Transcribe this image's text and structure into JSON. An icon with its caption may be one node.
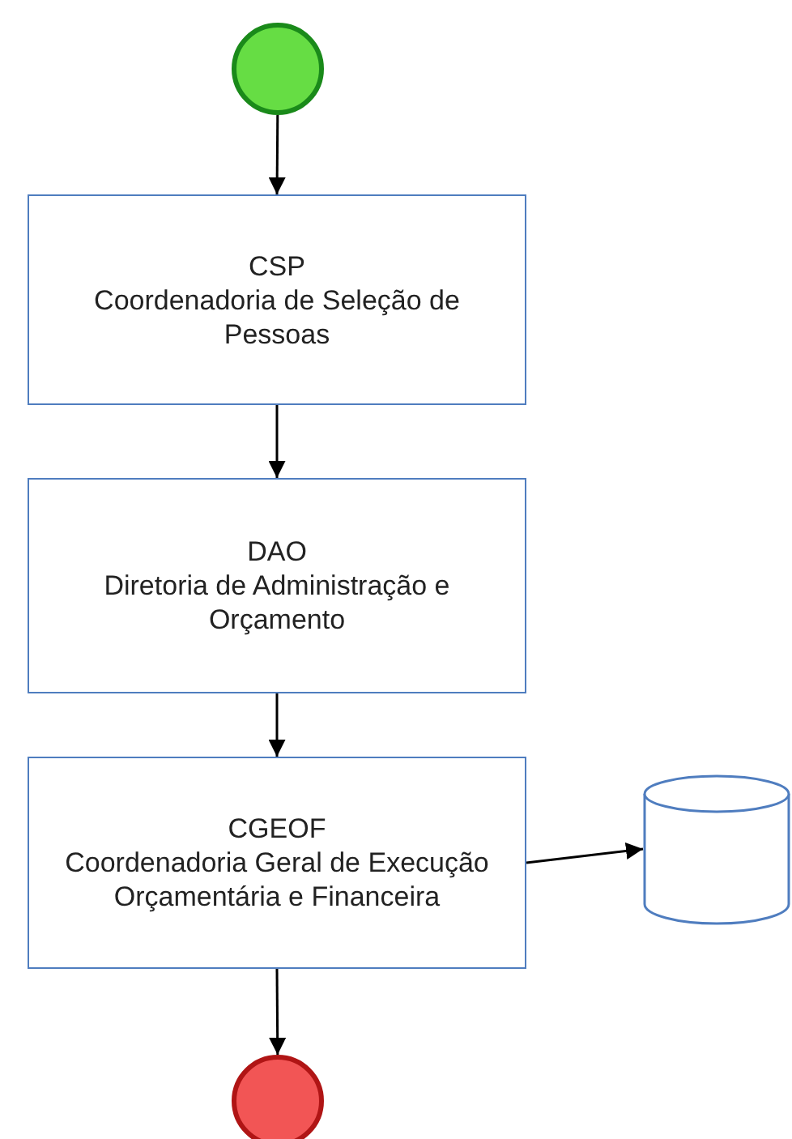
{
  "diagram": {
    "nodes": [
      {
        "text": [],
        "shape": "circle"
      },
      {
        "text": [
          "CSP",
          "Coordenadoria de Seleção de Pessoas"
        ]
      },
      {
        "text": [
          "DAO",
          "Diretoria de Administração e Orçamento"
        ]
      },
      {
        "text": [
          "CGEOF",
          "Coordenadoria Geral de Execução Orçamentária e Financeira"
        ]
      },
      {
        "text": [],
        "shape": "cylinder"
      },
      {
        "text": [],
        "shape": "circle"
      }
    ],
    "edges": [
      {
        "from": 0,
        "to": 1,
        "arrow": "to"
      },
      {
        "from": 1,
        "to": 2,
        "arrow": "to"
      },
      {
        "from": 2,
        "to": 3,
        "arrow": "to"
      },
      {
        "from": 3,
        "to": 4,
        "arrow": "to"
      },
      {
        "from": 3,
        "to": 5,
        "arrow": "to"
      }
    ]
  }
}
